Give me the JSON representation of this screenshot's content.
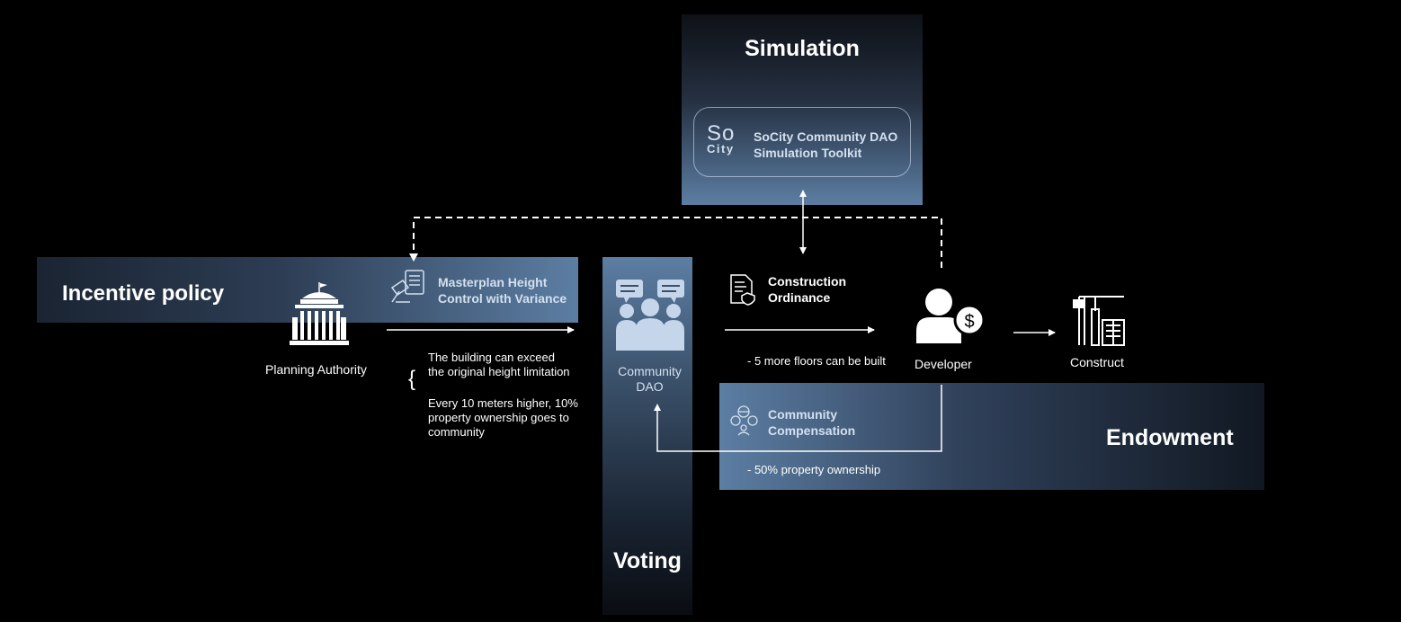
{
  "panels": {
    "simulation": "Simulation",
    "incentive": "Incentive policy",
    "voting": "Voting",
    "endowment": "Endowment"
  },
  "toolkit": {
    "logo_line1": "So",
    "logo_line2": "City",
    "line1": "SoCity Community DAO",
    "line2": "Simulation Toolkit"
  },
  "masterplan": {
    "line1": "Masterplan Height",
    "line2": "Control with Variance"
  },
  "planning_authority": "Planning Authority",
  "conditions": {
    "brace": "{",
    "c1_line1": "The building can exceed",
    "c1_line2": "the original height limitation",
    "c2_line1": "Every 10 meters higher, 10%",
    "c2_line2": "property ownership goes to",
    "c2_line3": "community"
  },
  "dao": {
    "line1": "Community",
    "line2": "DAO"
  },
  "ordinance": {
    "line1": "Construction",
    "line2": "Ordinance",
    "note": "- 5 more floors can be built"
  },
  "developer": "Developer",
  "construct": "Construct",
  "compensation": {
    "line1": "Community",
    "line2": "Compensation",
    "note": "- 50% property ownership"
  },
  "colors": {
    "panel_blue": "#5c7ea3",
    "soft_text": "#d3e0ef",
    "background": "#000000"
  }
}
